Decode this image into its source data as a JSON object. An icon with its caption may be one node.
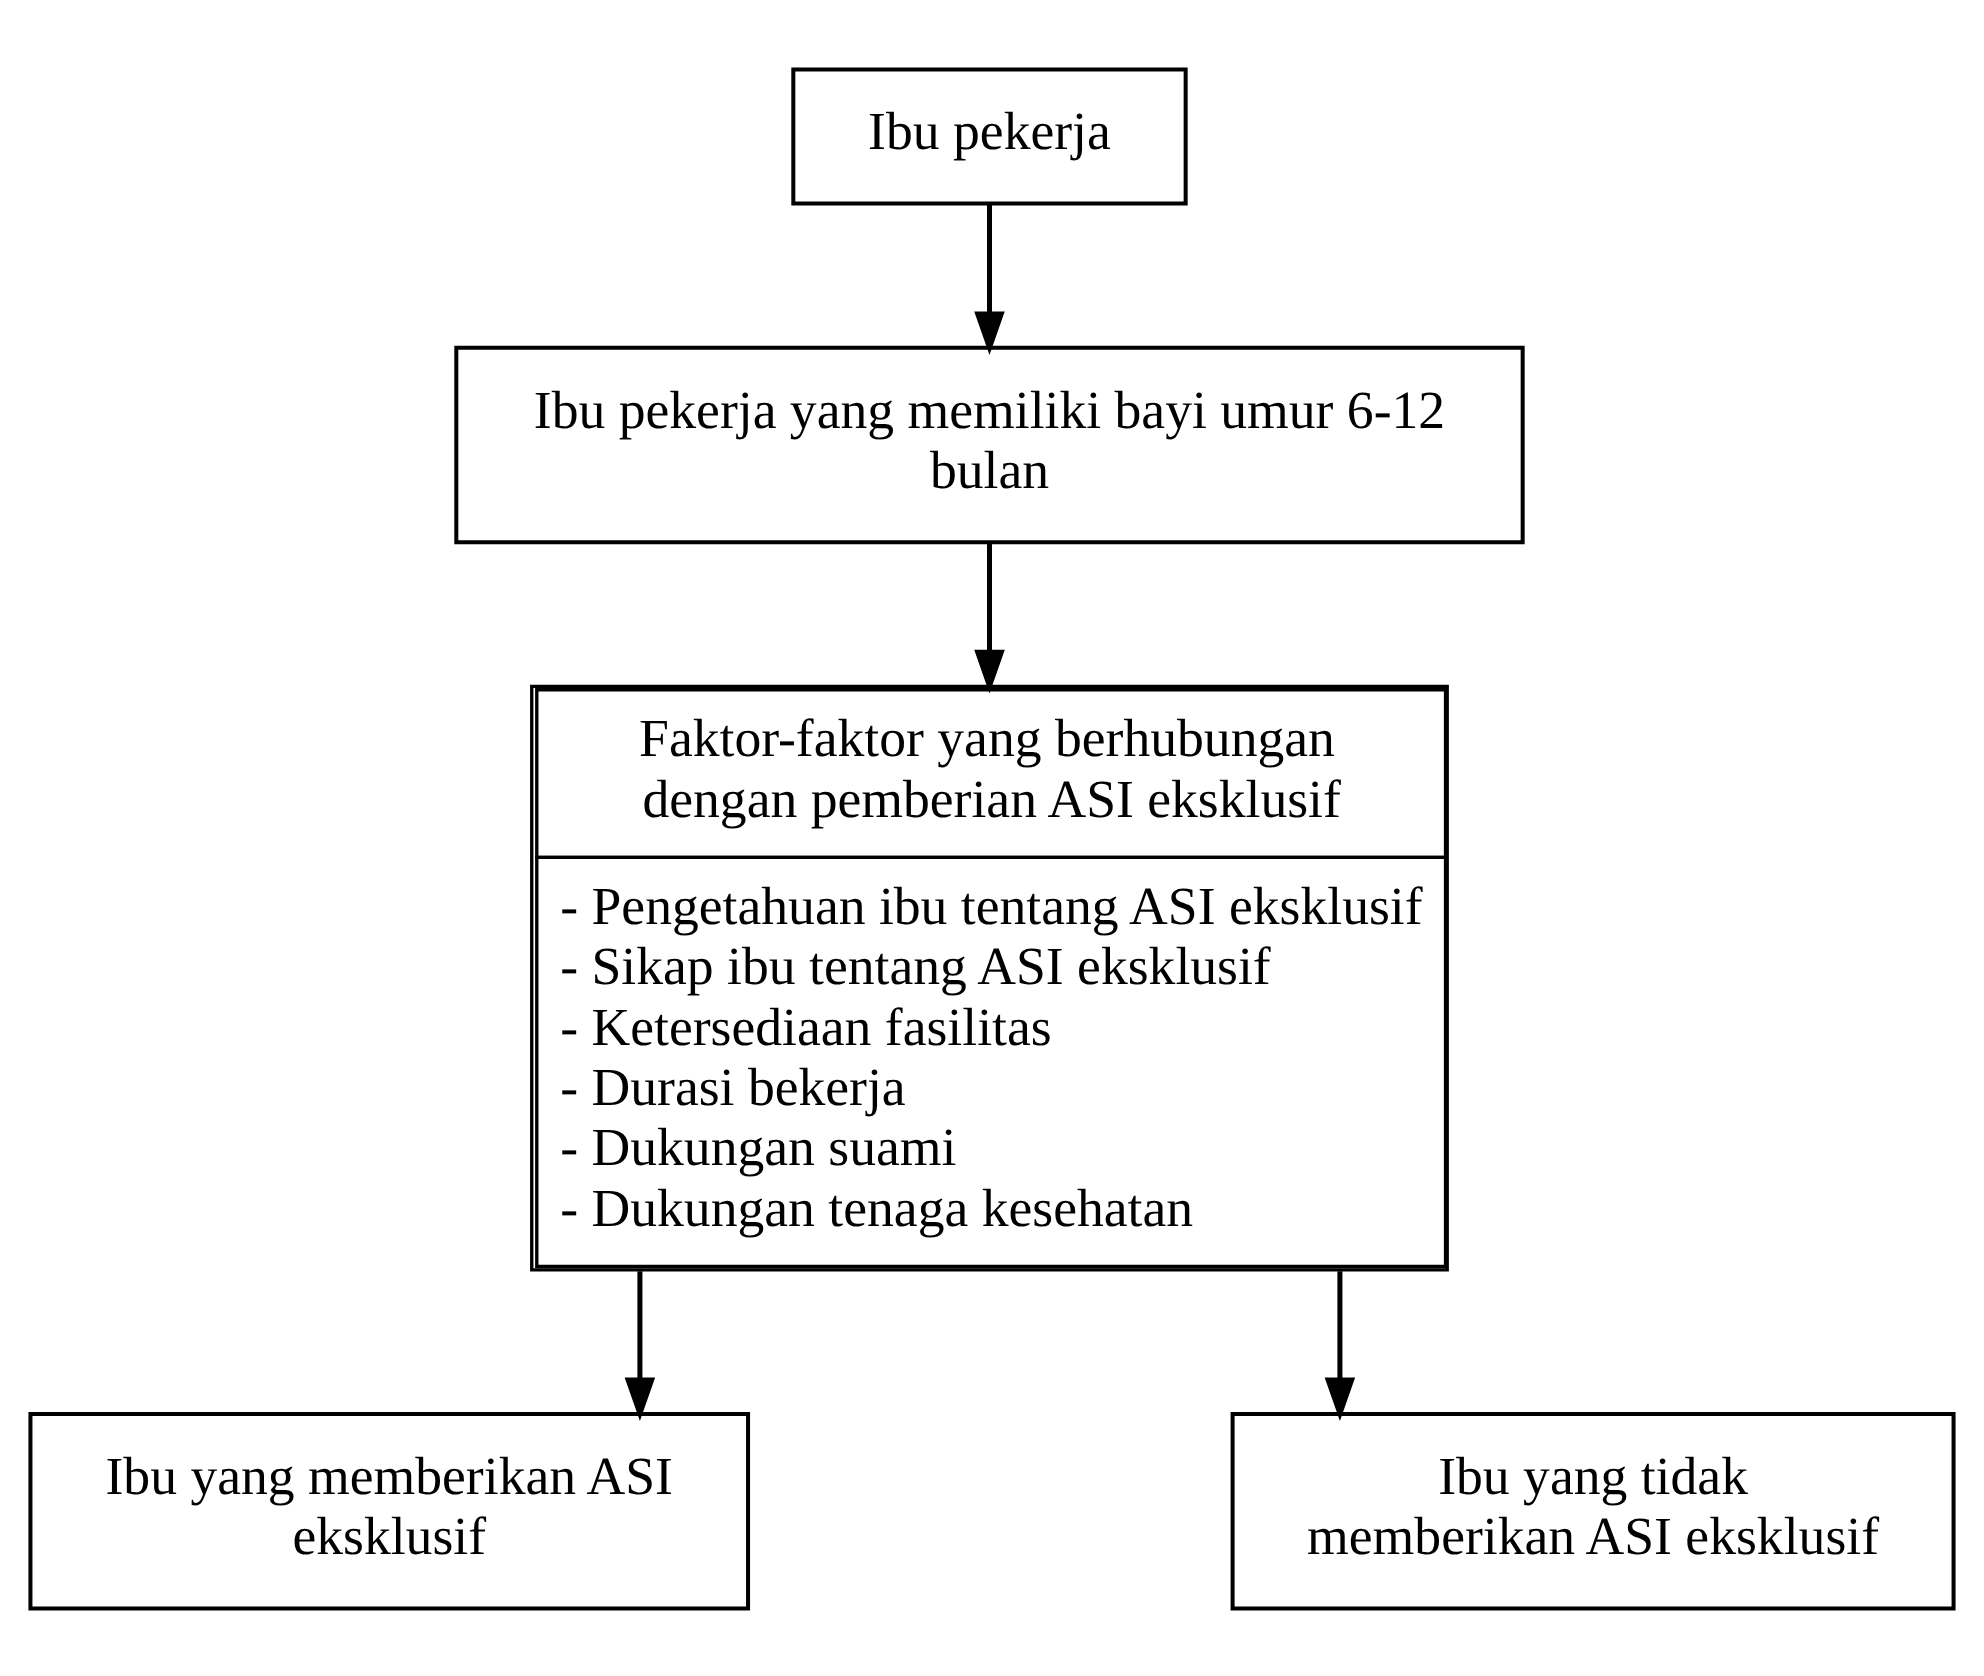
{
  "diagram": {
    "nodes": [
      {
        "text": [
          "Ibu pekerja"
        ]
      },
      {
        "text": [
          "Ibu pekerja yang memiliki bayi umur 6-12 bulan"
        ]
      },
      {
        "text": [
          "Faktor-faktor yang berhubungan dengan pemberian ASI eksklusif",
          "- Pengetahuan ibu tentang ASI eksklusif",
          "- Sikap ibu tentang ASI eksklusif",
          "- Ketersediaan fasilitas",
          "- Durasi bekerja",
          "- Dukungan suami",
          "- Dukungan tenaga kesehatan"
        ]
      },
      {
        "text": [
          "Ibu yang memberikan ASI eksklusif"
        ]
      },
      {
        "text": [
          "Ibu yang tidak memberikan ASI eksklusif"
        ]
      }
    ],
    "edges": [
      {
        "from": 0,
        "to": 1,
        "arrow": "to"
      },
      {
        "from": 1,
        "to": 2,
        "arrow": "to"
      },
      {
        "from": 2,
        "to": 3,
        "arrow": "to"
      },
      {
        "from": 2,
        "to": 4,
        "arrow": "to"
      }
    ]
  }
}
